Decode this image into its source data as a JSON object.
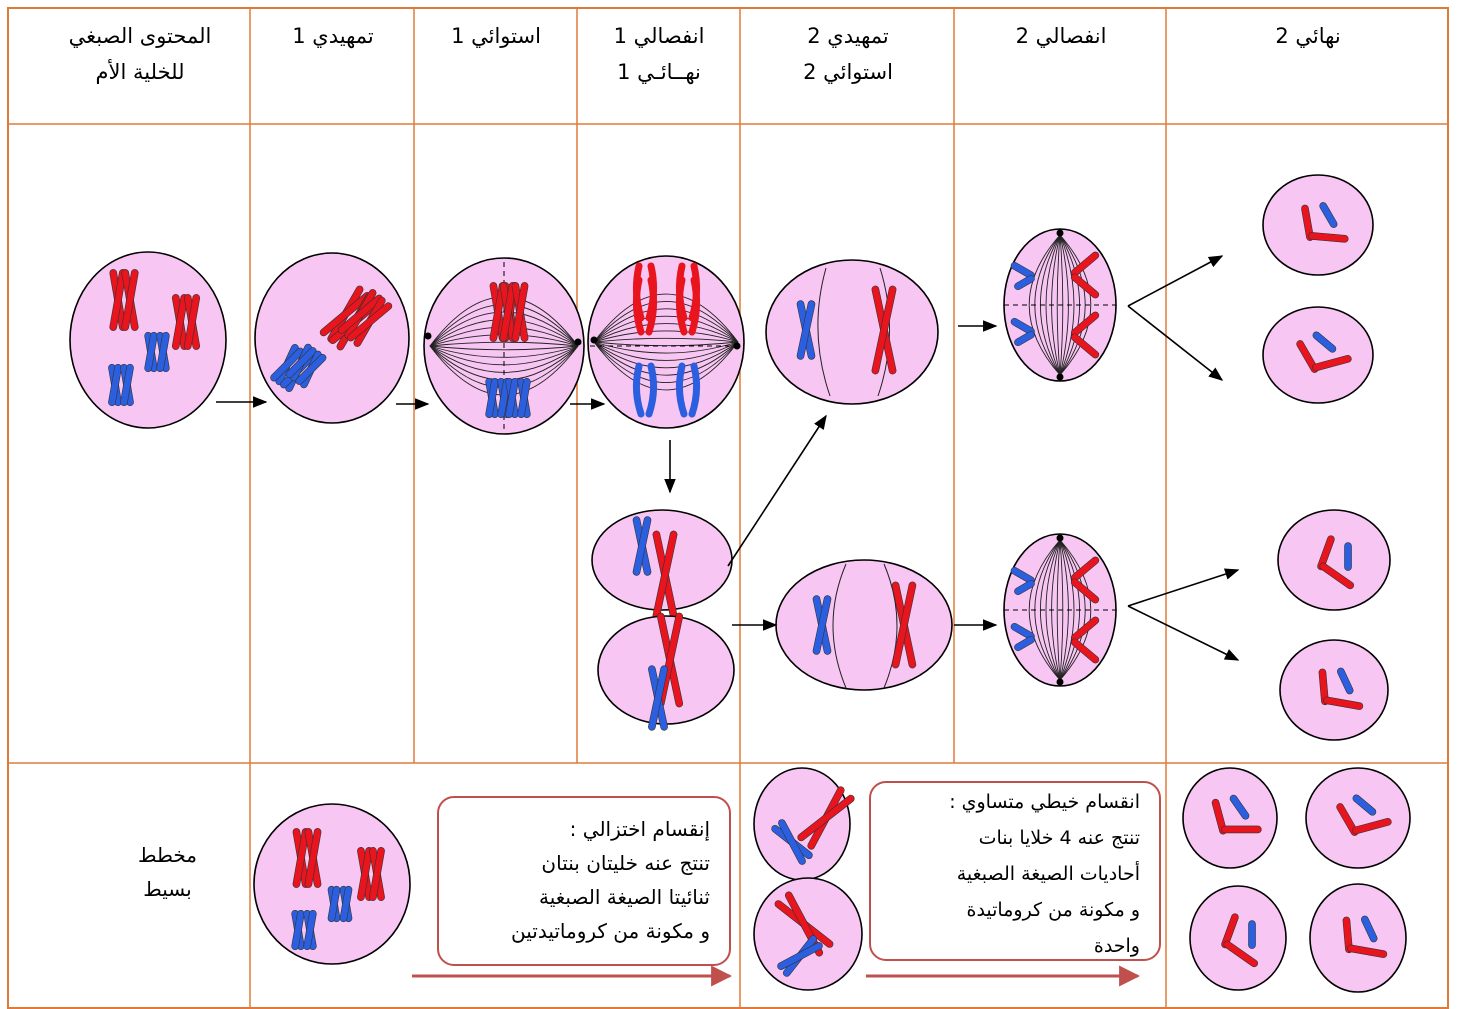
{
  "headers": [
    [
      "المحتوى الصبغي",
      "للخلية الأم"
    ],
    [
      "تمهيدي 1"
    ],
    [
      "استوائي 1"
    ],
    [
      "انفصالي 1",
      "نهــائـي 1"
    ],
    [
      "تمهيدي 2",
      "استوائي 2"
    ],
    [
      "انفصالي 2"
    ],
    [
      "نهائي 2"
    ]
  ],
  "simple_label": [
    "مخطط",
    "بسيط"
  ],
  "meiosis_box": [
    "إنقسام اختزالي :",
    "تنتج عنه خليتان بنتان",
    "ثنائيتا الصيغة الصبغية",
    "و مكونة من كروماتيدتين"
  ],
  "mitosis_box": [
    "انقسام خيطي متساوي :",
    "تنتج عنه 4 خلايا بنات",
    "أحاديات الصيغة الصبغية",
    "و مكونة من كروماتيدة",
    "واحدة"
  ],
  "colors": {
    "grid": "#e07a3a",
    "cell_fill": "#f7c6f2",
    "chrom_red": "#e8141e",
    "chrom_blue": "#2b5fe0",
    "box_border": "#c0504d",
    "box_arrow": "#c0504d"
  }
}
